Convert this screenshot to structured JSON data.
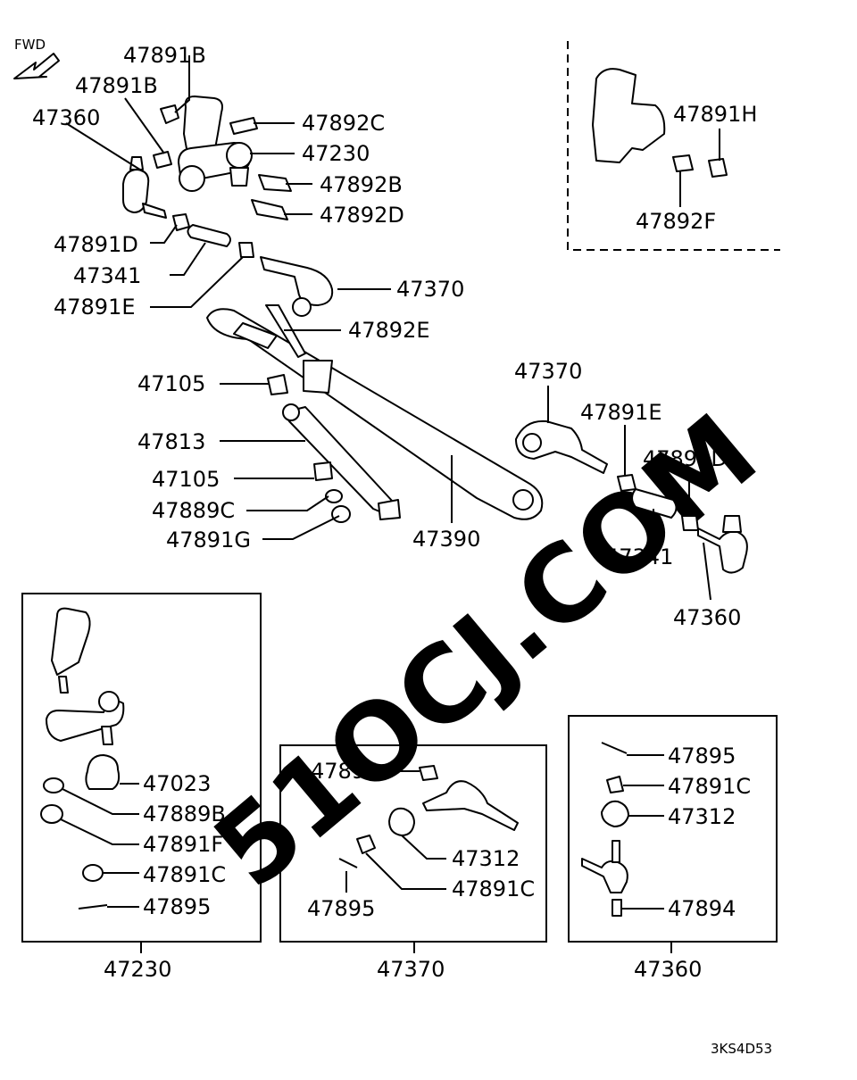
{
  "direction": {
    "label": "FWD"
  },
  "callouts": [
    "47891B",
    "47891B",
    "47360",
    "47892C",
    "47230",
    "47892B",
    "47892D",
    "47891D",
    "47341",
    "47891E",
    "47370",
    "47892E",
    "47105",
    "47813",
    "47105",
    "47889C",
    "47891G",
    "47390",
    "47370",
    "47891E",
    "47891D",
    "47341",
    "47360",
    "47891H",
    "47892F"
  ],
  "detail_boxes": [
    {
      "title": "47230",
      "callouts": [
        "47023",
        "47889B",
        "47891F",
        "47891C",
        "47895"
      ]
    },
    {
      "title": "47370",
      "callouts": [
        "47894",
        "47312",
        "47891C",
        "47895"
      ]
    },
    {
      "title": "47360",
      "callouts": [
        "47895",
        "47891C",
        "47312",
        "47894"
      ]
    }
  ],
  "watermark": "51OCJ.COM",
  "diagram_code": "3KS4D53"
}
